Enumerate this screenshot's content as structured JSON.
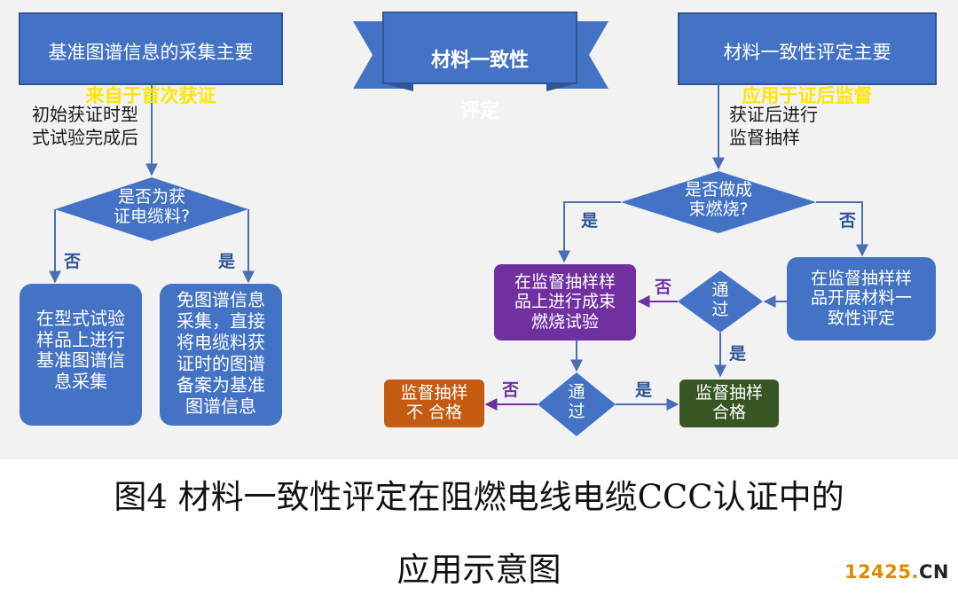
{
  "left_header": {
    "line1": "基准图谱信息的采集主要",
    "line2": "来自于首次获证"
  },
  "center_banner": {
    "line1": "材料一致性",
    "line2": "评定"
  },
  "right_header": {
    "line1": "材料一致性评定主要",
    "line2": "应用于证后监督"
  },
  "left_step_label": "初始获证时型\n式试验完成后",
  "left_decision": "是否为获\n证电缆料?",
  "left_no_label": "否",
  "left_yes_label": "是",
  "left_box_no": "在型式试验\n样品上进行\n基准图谱信\n息采集",
  "left_box_yes": "免图谱信息\n采集，直接\n将电缆料获\n证时的图谱\n备案为基准\n图谱信息",
  "right_step_label": "获证后进行\n监督抽样",
  "right_decision": "是否做成\n束燃烧?",
  "right_yes_label": "是",
  "right_no_label": "否",
  "purple_box": "在监督抽样样\n品上进行成束\n燃烧试验",
  "blue_right_box": "在监督抽样样\n品开展材料一\n致性评定",
  "pass_decision_right": "通\n过",
  "pass_right_no": "否",
  "pass_right_yes": "是",
  "pass_decision_bottom": "通\n过",
  "pass_bottom_no": "否",
  "pass_bottom_yes": "是",
  "fail_box": "监督抽样\n不 合格",
  "pass_box": "监督抽样\n合格",
  "caption_line1": "图4 材料一致性评定在阻燃电线电缆CCC认证中的",
  "caption_line2": "应用示意图",
  "watermark": {
    "digits": "12425",
    "dot": ".",
    "tld": "CN"
  },
  "colors": {
    "blue": "#4472c4",
    "blue_border": "#2f5597",
    "purple": "#7030a0",
    "orange": "#c55a11",
    "green": "#375623",
    "highlight": "#ffe600",
    "arrow": "#4a6fb5"
  }
}
